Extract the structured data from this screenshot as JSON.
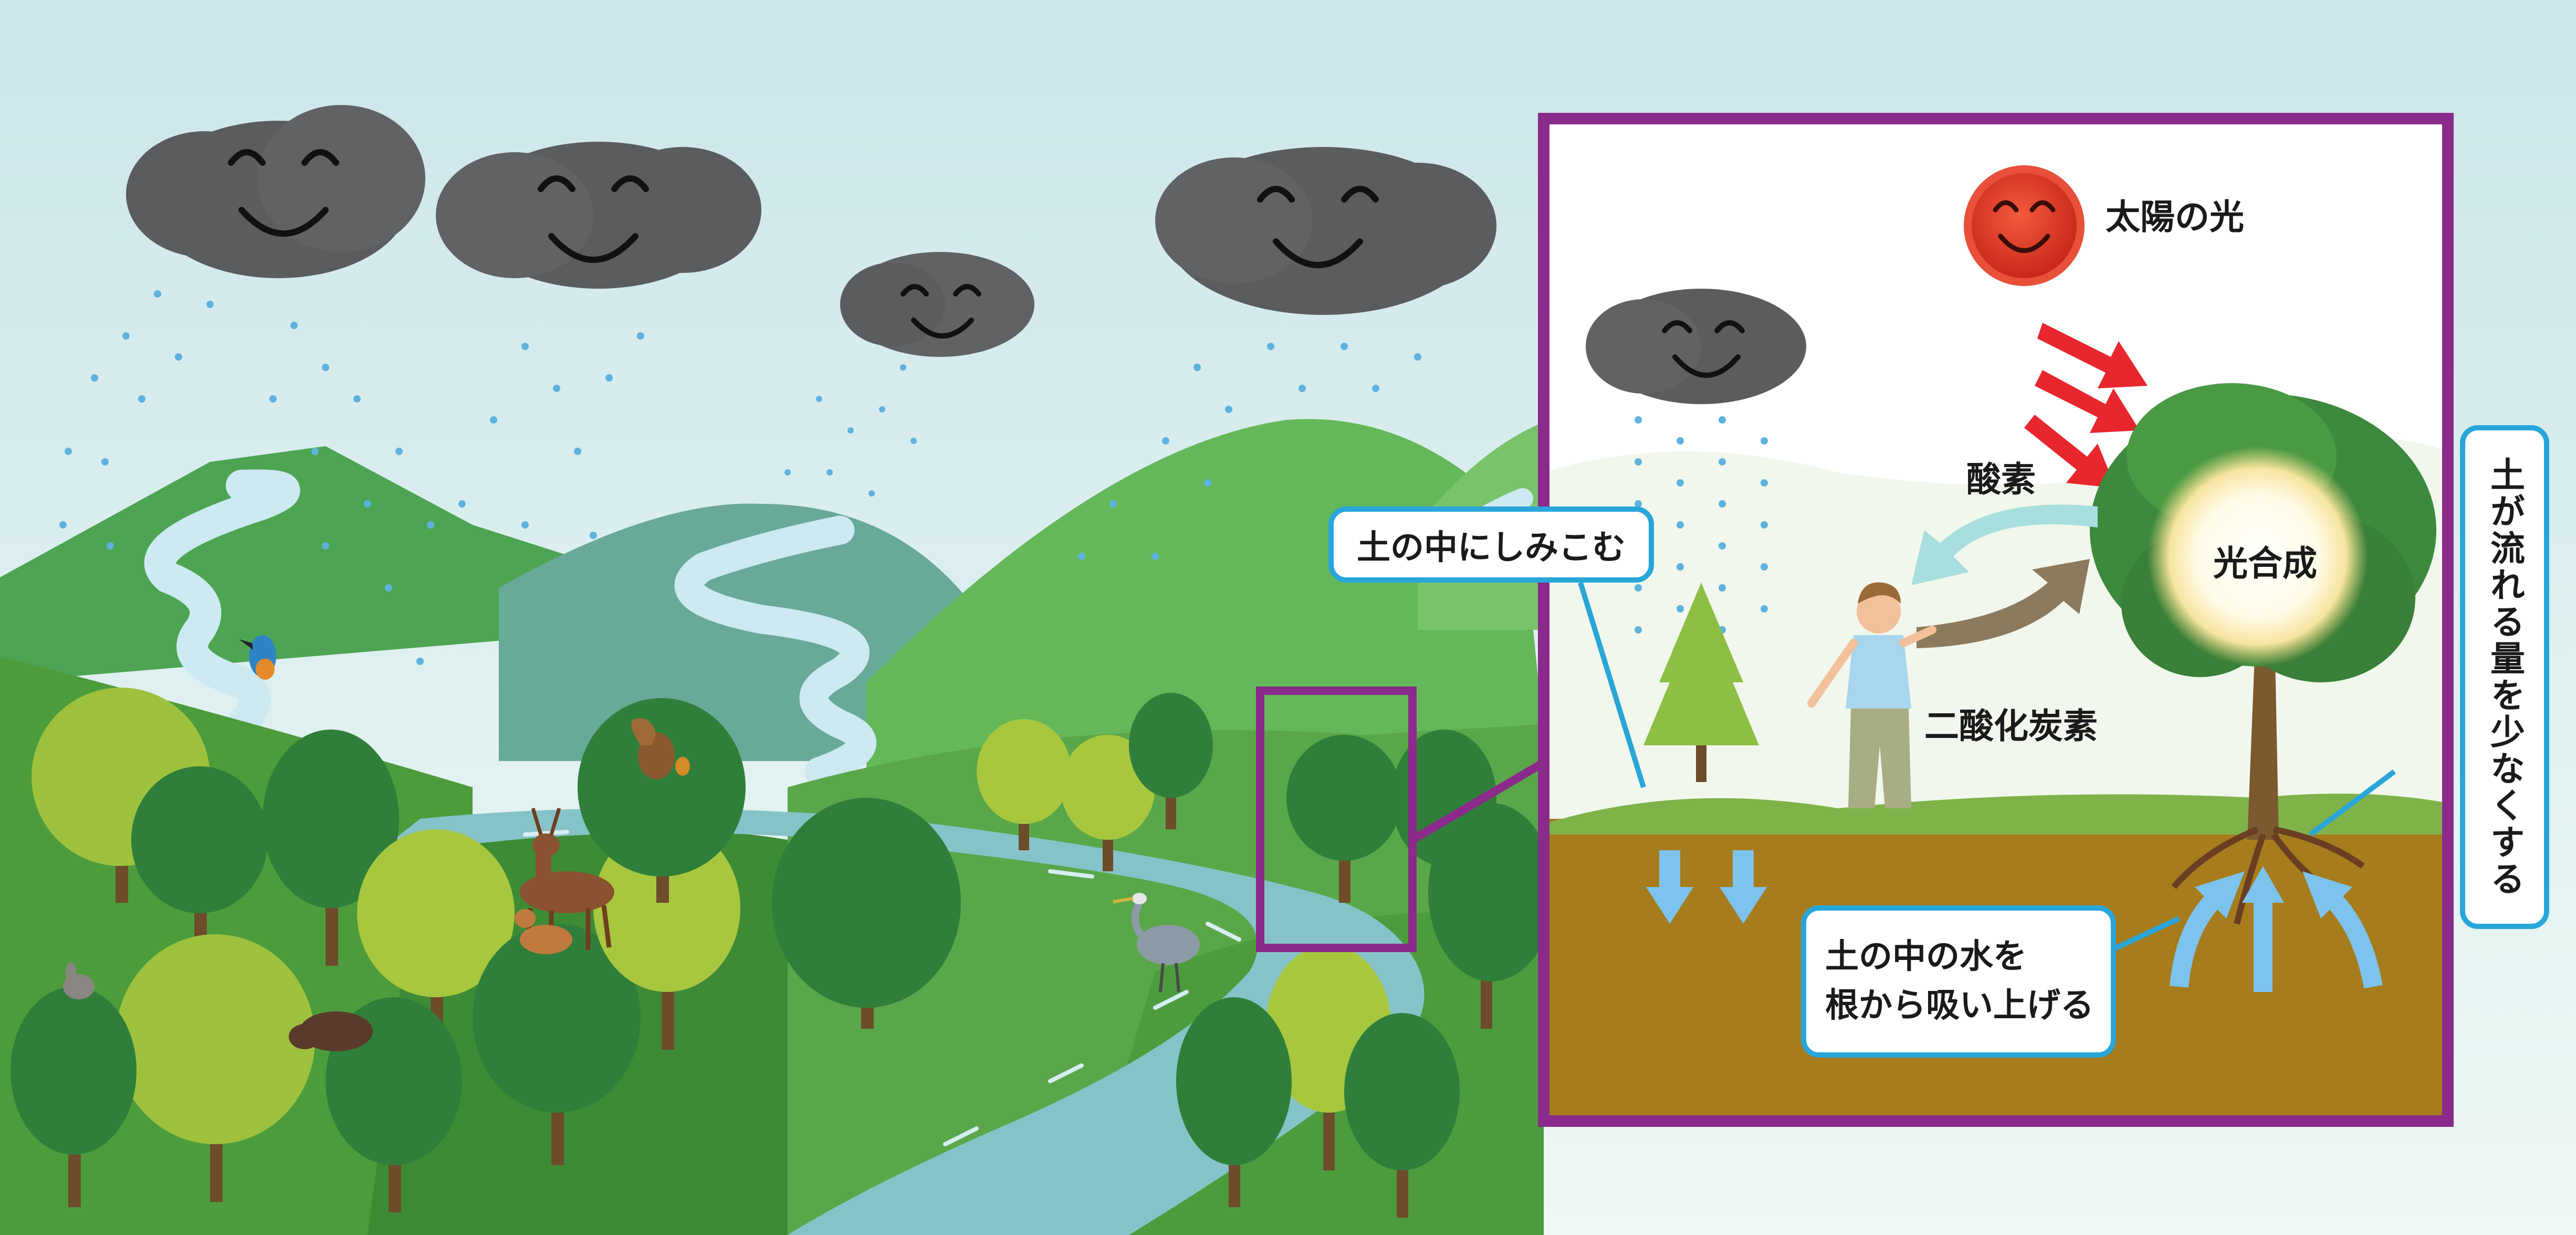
{
  "labels": {
    "sunlight": "太陽の光",
    "oxygen": "酸素",
    "photosynthesis": "光合成",
    "carbon_dioxide": "二酸化炭素",
    "soak_into_soil": "土の中にしみこむ",
    "reduce_soil_runoff": "土が流れる量を少なくする",
    "absorb_water_line1": "土の中の水を",
    "absorb_water_line2": "根から吸い上げる"
  },
  "colors": {
    "frame": "#8a2a8a",
    "callout_border": "#29a6d9",
    "sun": "#e03a2a",
    "arrow_sun": "#e8262e",
    "arrow_oxygen": "#a8dedd",
    "arrow_co2": "#8c7a5e",
    "arrow_water": "#7cc3ee",
    "soil": "#a67c1d"
  },
  "icons": [
    "smiling-rain-cloud-icon",
    "smiling-sun-icon",
    "tree-icon",
    "kingfisher-icon",
    "squirrel-icon",
    "deer-icon",
    "rabbit-icon",
    "boar-icon",
    "heron-icon",
    "person-icon"
  ]
}
